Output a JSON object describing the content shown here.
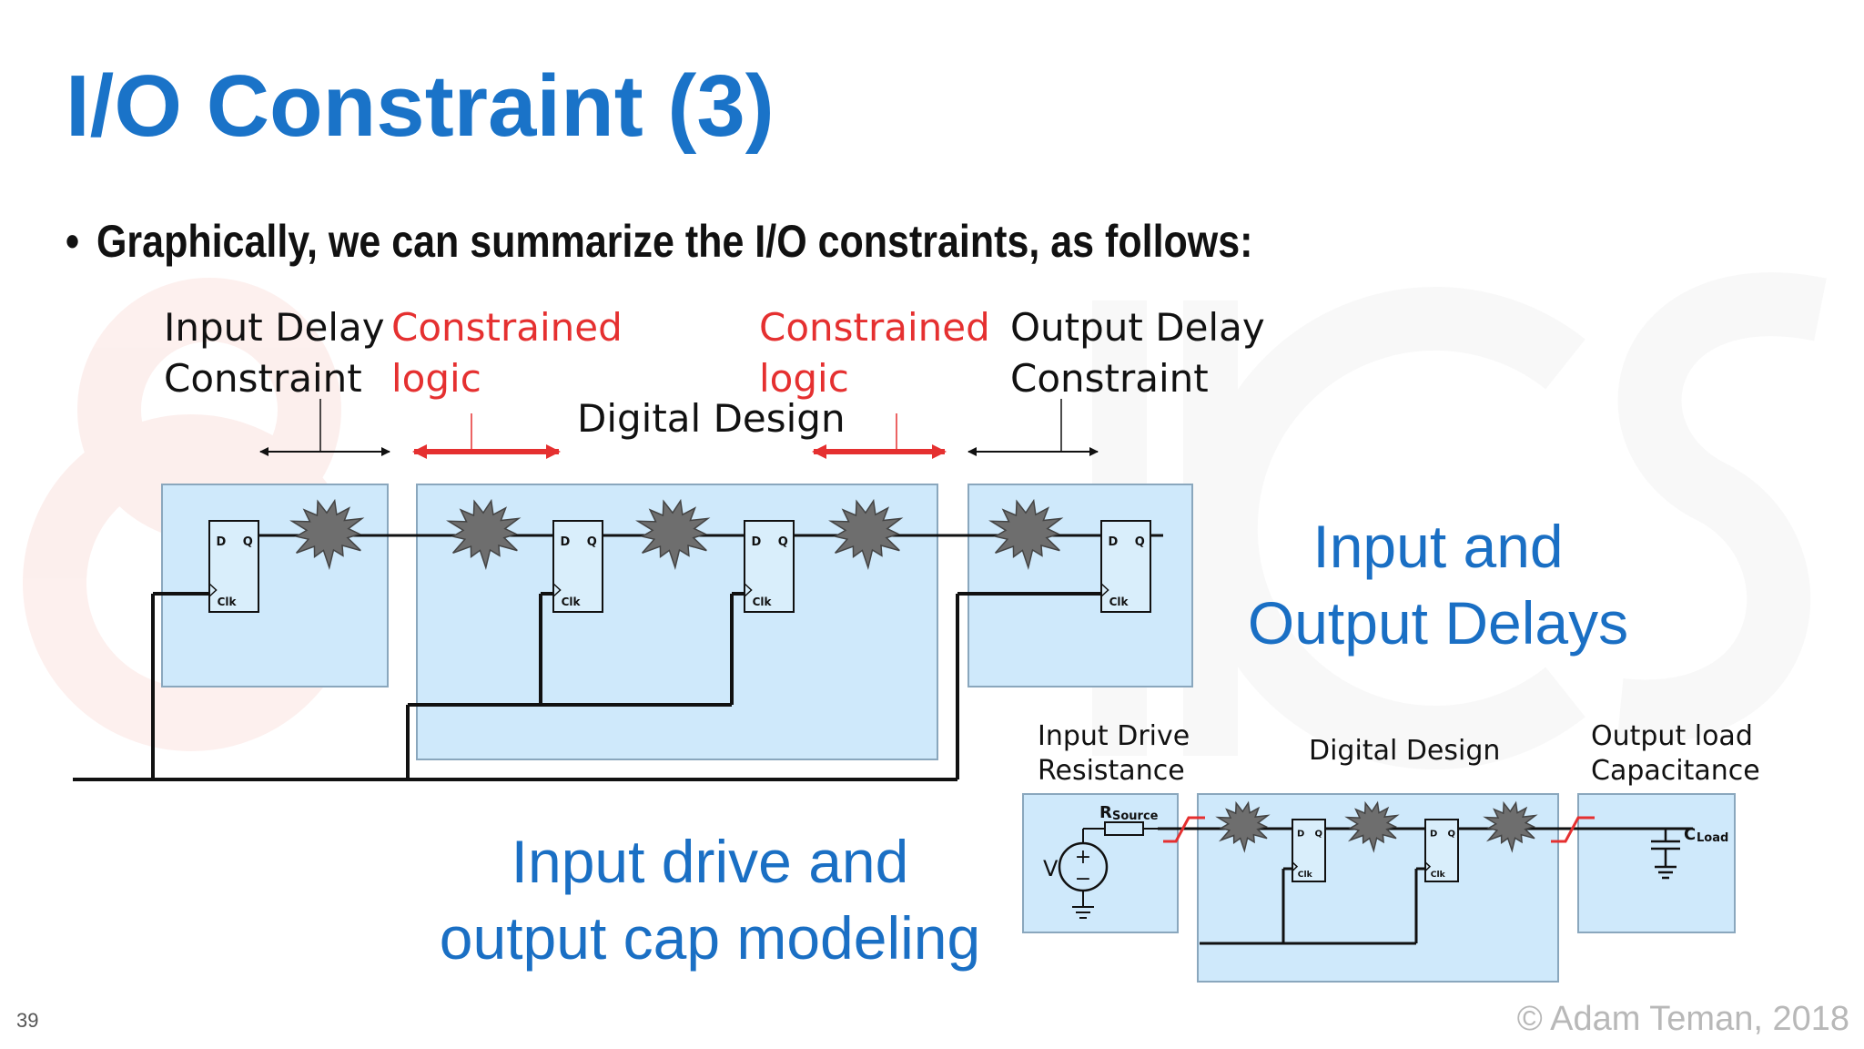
{
  "slide": {
    "title": "I/O Constraint (3)",
    "bullet_marker": "•",
    "bullet": "Graphically, we can summarize the I/O constraints, as follows:",
    "page_number": "39",
    "copyright": "© Adam Teman, 2018"
  },
  "top_diagram": {
    "input_delay_label": [
      "Input Delay",
      "Constraint"
    ],
    "constrained_logic_left": [
      "Constrained",
      "logic"
    ],
    "constrained_logic_right": [
      "Constrained",
      "logic"
    ],
    "output_delay_label": [
      "Output Delay",
      "Constraint"
    ],
    "digital_design_label": "Digital Design",
    "flop_pins": {
      "d": "D",
      "q": "Q",
      "clk": "Clk"
    }
  },
  "callouts": {
    "io_delays": [
      "Input and",
      "Output Delays"
    ],
    "drive_cap": [
      "Input drive and",
      "output cap modeling"
    ]
  },
  "bottom_diagram": {
    "input_drive_label": [
      "Input Drive",
      "Resistance"
    ],
    "digital_design_label": "Digital Design",
    "output_load_label": [
      "Output load",
      "Capacitance"
    ],
    "rsource_main": "R",
    "rsource_sub": "Source",
    "cload_main": "C",
    "cload_sub": "Load",
    "v_label": "V",
    "plus": "+",
    "minus": "−"
  },
  "colors": {
    "title_blue": "#1a73c8",
    "callout_blue": "#1a6fc4",
    "box_fill": "#cfe9fb",
    "red": "#e53030",
    "star_gray": "#6e6e6e"
  }
}
